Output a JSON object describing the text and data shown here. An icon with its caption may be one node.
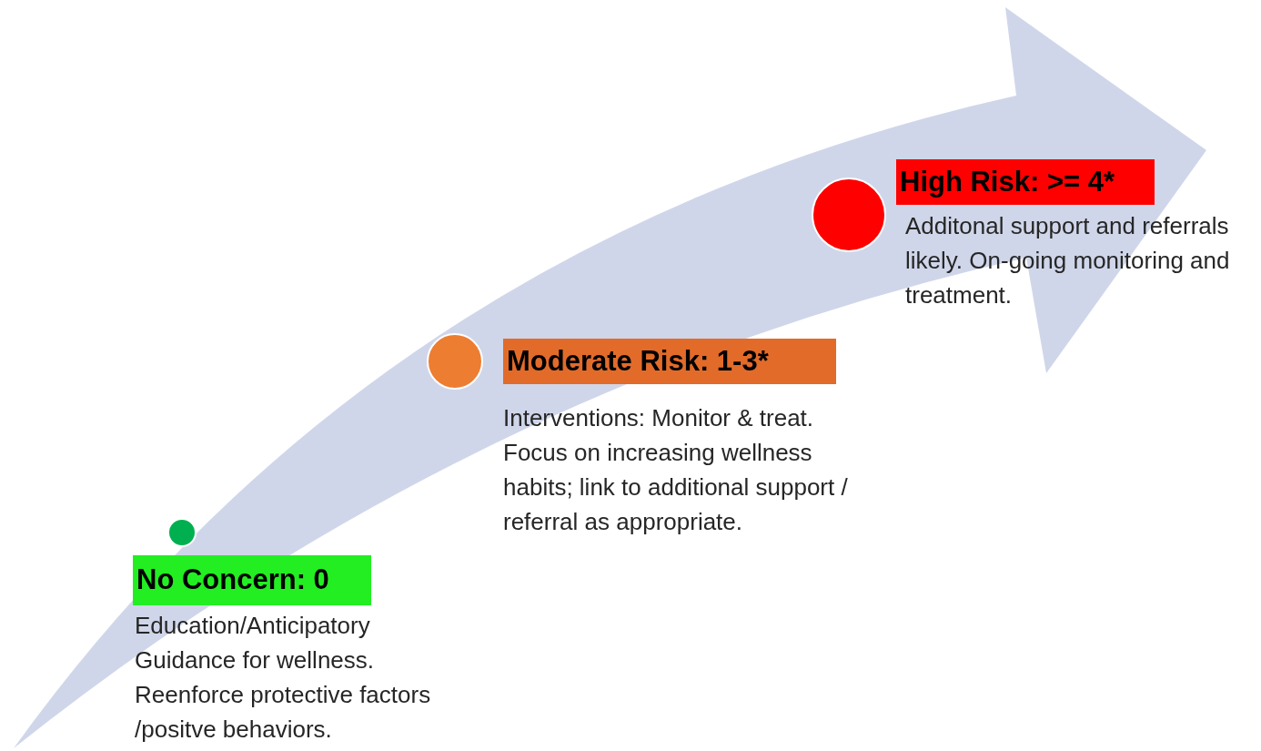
{
  "diagram": {
    "nodes": [
      {
        "text": [],
        "shape": "circle"
      },
      {
        "text": [
          "No Concern: 0"
        ],
        "beside": [
          "Education/Anticipatory Guidance for wellness. Reenforce protective factors /positve behaviors."
        ]
      },
      {
        "text": [],
        "shape": "circle"
      },
      {
        "text": [
          "Moderate Risk: 1-3*"
        ],
        "beside": [
          "Interventions: Monitor & treat. Focus on increasing wellness habits; link to additional support / referral as appropriate."
        ]
      },
      {
        "text": [],
        "shape": "circle"
      },
      {
        "text": [
          "High Risk: >= 4*"
        ],
        "beside": [
          "Additonal support and referrals likely. On-going monitoring and treatment."
        ]
      }
    ]
  }
}
